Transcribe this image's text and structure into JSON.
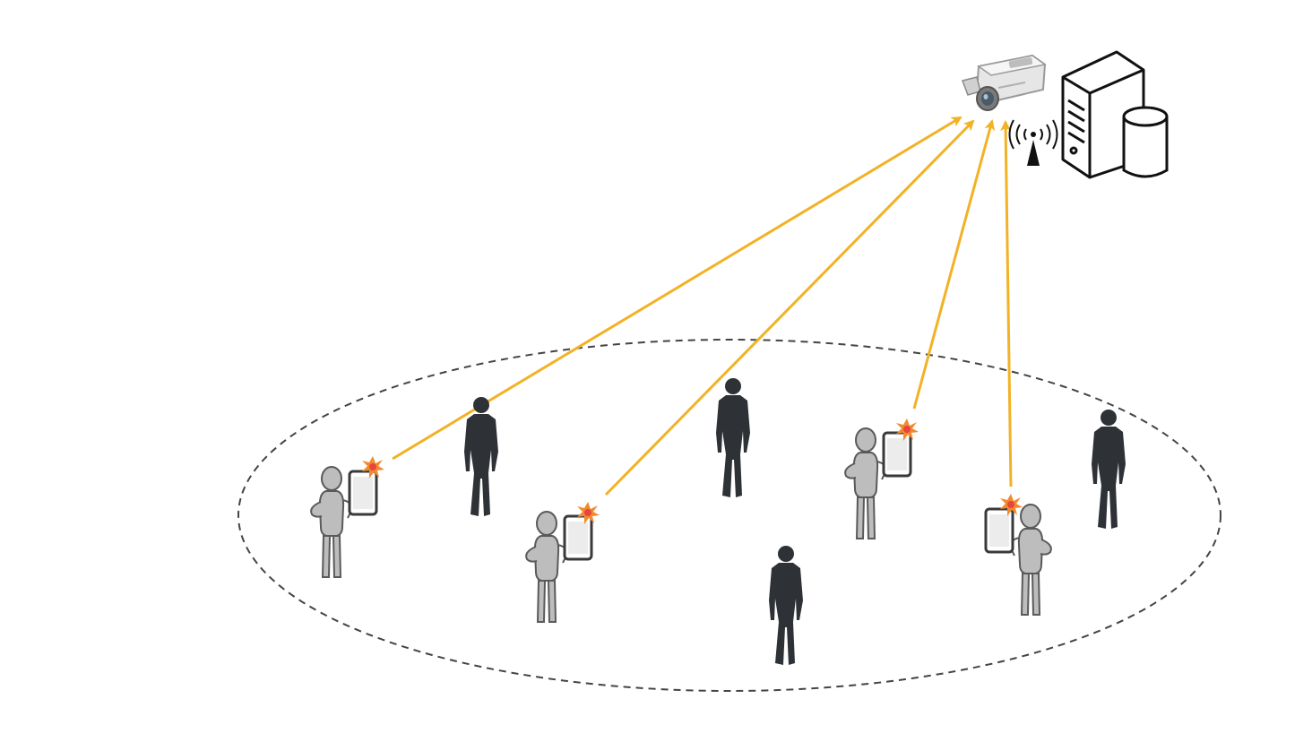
{
  "diagram": {
    "nodes": [
      {
        "id": "camera",
        "kind": "surveillance-camera"
      },
      {
        "id": "antenna",
        "kind": "wireless-antenna"
      },
      {
        "id": "server",
        "kind": "server-tower"
      },
      {
        "id": "database",
        "kind": "database-cylinder"
      }
    ],
    "zone": {
      "kind": "dashed-ellipse",
      "style": "dashed"
    },
    "phone_users": [
      {
        "id": "phone-user-1",
        "facing": "right"
      },
      {
        "id": "phone-user-2",
        "facing": "right"
      },
      {
        "id": "phone-user-3",
        "facing": "right"
      },
      {
        "id": "phone-user-4",
        "facing": "left"
      }
    ],
    "bystanders": [
      {
        "id": "bystander-1"
      },
      {
        "id": "bystander-2"
      },
      {
        "id": "bystander-3"
      },
      {
        "id": "bystander-4"
      }
    ],
    "links": [
      {
        "from": "phone-user-1",
        "to": "camera"
      },
      {
        "from": "phone-user-2",
        "to": "camera"
      },
      {
        "from": "phone-user-3",
        "to": "camera"
      },
      {
        "from": "phone-user-4",
        "to": "camera"
      }
    ],
    "colors": {
      "arrow": "#F2B225",
      "silhouette": "#2E3236",
      "user_fill": "#BDBDBD",
      "user_stroke": "#5A5A5A",
      "flash": "#E8453C",
      "ellipse": "#444444"
    }
  }
}
